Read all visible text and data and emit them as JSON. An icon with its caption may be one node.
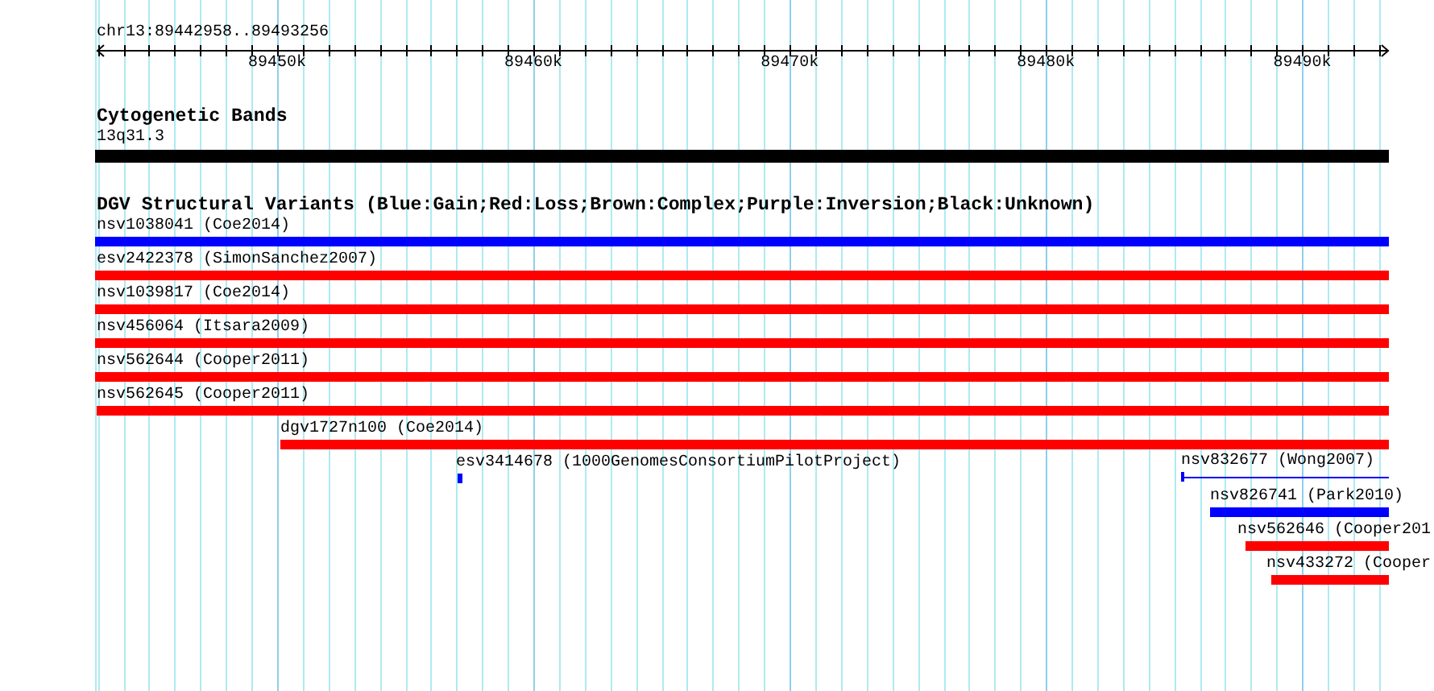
{
  "diagram": {
    "nodes": [
      {
        "text": [
          "13q31.3"
        ]
      },
      {
        "text": [
          "nsv1038041 (Coe2014)"
        ]
      },
      {
        "text": [
          "esv2422378 (SimonSanchez2007)"
        ]
      },
      {
        "text": [
          "nsv1039817 (Coe2014)"
        ]
      },
      {
        "text": [
          "nsv456064 (Itsara2009)"
        ]
      },
      {
        "text": [
          "nsv562644 (Cooper2011)"
        ]
      },
      {
        "text": [
          "nsv562645 (Cooper2011)"
        ]
      },
      {
        "text": [
          "dgv1727n100 (Coe2014)"
        ]
      },
      {
        "text": [
          "esv3414678 (1000GenomesConsortiumPilotProject)"
        ]
      },
      {
        "text": [
          "nsv832677 (Wong2007)"
        ]
      },
      {
        "text": [
          "nsv826741 (Park2010)"
        ]
      },
      {
        "text": [
          "nsv562646 (Cooper201"
        ]
      },
      {
        "text": [
          "nsv433272 (Cooper"
        ]
      }
    ],
    "labels": [
      "chr13:89442958..89493256",
      "89450k",
      "89460k",
      "89470k",
      "89480k",
      "89490k",
      "Cytogenetic Bands",
      "DGV Structural Variants (Blue:Gain;Red:Loss;Brown:Complex;Purple:Inversion;Black:Unknown)"
    ]
  }
}
